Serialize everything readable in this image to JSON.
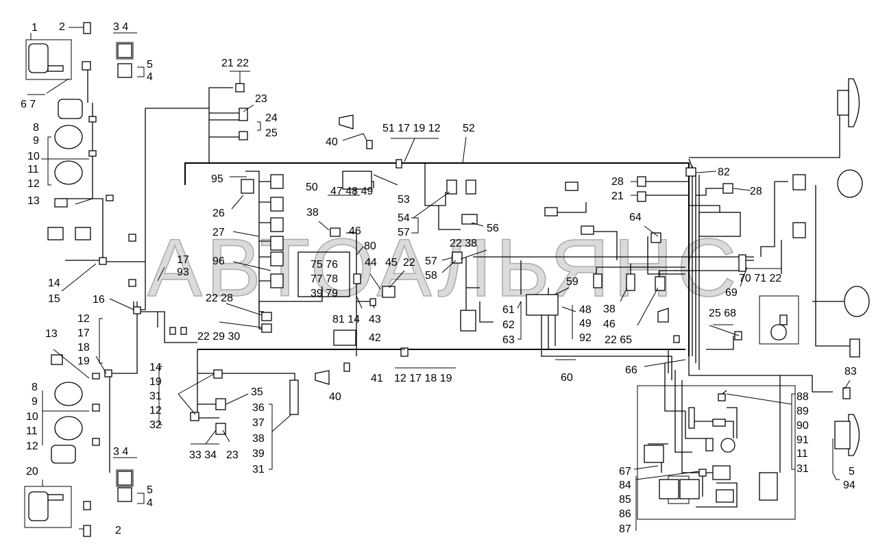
{
  "watermark": "АВТОАЛЬЯНС",
  "callouts": [
    {
      "id": "c1",
      "text": "1"
    },
    {
      "id": "c2a",
      "text": "2"
    },
    {
      "id": "c34a",
      "text": "3  4"
    },
    {
      "id": "c5a",
      "text": "5"
    },
    {
      "id": "c4a",
      "text": "4"
    },
    {
      "id": "c67a",
      "text": "6  7"
    },
    {
      "id": "c8a",
      "text": "8"
    },
    {
      "id": "c9a",
      "text": "9"
    },
    {
      "id": "c10a",
      "text": "10"
    },
    {
      "id": "c11a",
      "text": "11"
    },
    {
      "id": "c12a",
      "text": "12"
    },
    {
      "id": "c13a",
      "text": "13"
    },
    {
      "id": "c14a",
      "text": "14"
    },
    {
      "id": "c15a",
      "text": "15"
    },
    {
      "id": "c16",
      "text": "16"
    },
    {
      "id": "c2122a",
      "text": "21 22"
    },
    {
      "id": "c23a",
      "text": "23"
    },
    {
      "id": "c24",
      "text": "24"
    },
    {
      "id": "c25a",
      "text": "25"
    },
    {
      "id": "c95",
      "text": "95"
    },
    {
      "id": "c26",
      "text": "26"
    },
    {
      "id": "c27",
      "text": "27"
    },
    {
      "id": "c96",
      "text": "96"
    },
    {
      "id": "c17a",
      "text": "17"
    },
    {
      "id": "c93",
      "text": "93"
    },
    {
      "id": "c2228",
      "text": "22 28"
    },
    {
      "id": "c222930",
      "text": "22 29 30"
    },
    {
      "id": "c40a",
      "text": "40"
    },
    {
      "id": "c51",
      "text": "51 17 19 12"
    },
    {
      "id": "c52",
      "text": "52"
    },
    {
      "id": "c50",
      "text": "50"
    },
    {
      "id": "c53",
      "text": "53"
    },
    {
      "id": "c474849",
      "text": "47 48 49"
    },
    {
      "id": "c38a",
      "text": "38"
    },
    {
      "id": "c46a",
      "text": "46"
    },
    {
      "id": "c80",
      "text": "80"
    },
    {
      "id": "c7576",
      "text": "75 76"
    },
    {
      "id": "c7778",
      "text": "77 78"
    },
    {
      "id": "c3979",
      "text": "39 79"
    },
    {
      "id": "c44",
      "text": "44"
    },
    {
      "id": "c45",
      "text": "45"
    },
    {
      "id": "c22a",
      "text": "22"
    },
    {
      "id": "c8114",
      "text": "81 14"
    },
    {
      "id": "c43",
      "text": "43"
    },
    {
      "id": "c42",
      "text": "42"
    },
    {
      "id": "c41",
      "text": "41"
    },
    {
      "id": "c1217",
      "text": "12 17 18 19"
    },
    {
      "id": "c40b",
      "text": "40"
    },
    {
      "id": "c54",
      "text": "54"
    },
    {
      "id": "c57a",
      "text": "57"
    },
    {
      "id": "c56",
      "text": "56"
    },
    {
      "id": "c2238",
      "text": "22 38"
    },
    {
      "id": "c57b",
      "text": "57"
    },
    {
      "id": "c58",
      "text": "58"
    },
    {
      "id": "c59",
      "text": "59"
    },
    {
      "id": "c61",
      "text": "61"
    },
    {
      "id": "c62",
      "text": "62"
    },
    {
      "id": "c63",
      "text": "63"
    },
    {
      "id": "c48",
      "text": "48"
    },
    {
      "id": "c49",
      "text": "49"
    },
    {
      "id": "c92",
      "text": "92"
    },
    {
      "id": "c60",
      "text": "60"
    },
    {
      "id": "c28a",
      "text": "28"
    },
    {
      "id": "c21a",
      "text": "21"
    },
    {
      "id": "c82",
      "text": "82"
    },
    {
      "id": "c28b",
      "text": "28"
    },
    {
      "id": "c64",
      "text": "64"
    },
    {
      "id": "c38b",
      "text": "38"
    },
    {
      "id": "c46b",
      "text": "46"
    },
    {
      "id": "c2265",
      "text": "22 65"
    },
    {
      "id": "c69",
      "text": "69"
    },
    {
      "id": "c707122",
      "text": "70 71 22"
    },
    {
      "id": "c2568",
      "text": "25 68"
    },
    {
      "id": "c66",
      "text": "66"
    },
    {
      "id": "c83",
      "text": "83"
    },
    {
      "id": "c88",
      "text": "88"
    },
    {
      "id": "c89",
      "text": "89"
    },
    {
      "id": "c90",
      "text": "90"
    },
    {
      "id": "c91",
      "text": "91"
    },
    {
      "id": "c11b",
      "text": "11"
    },
    {
      "id": "c31b",
      "text": "31"
    },
    {
      "id": "c5b",
      "text": "5"
    },
    {
      "id": "c94",
      "text": "94"
    },
    {
      "id": "c67",
      "text": "67"
    },
    {
      "id": "c84",
      "text": "84"
    },
    {
      "id": "c85",
      "text": "85"
    },
    {
      "id": "c86",
      "text": "86"
    },
    {
      "id": "c87",
      "text": "87"
    },
    {
      "id": "c12b",
      "text": "12"
    },
    {
      "id": "c17b",
      "text": "17"
    },
    {
      "id": "c18b",
      "text": "18"
    },
    {
      "id": "c19b",
      "text": "19"
    },
    {
      "id": "c13b",
      "text": "13"
    },
    {
      "id": "c8b",
      "text": "8"
    },
    {
      "id": "c9b",
      "text": "9"
    },
    {
      "id": "c10b",
      "text": "10"
    },
    {
      "id": "c11c",
      "text": "11"
    },
    {
      "id": "c12c",
      "text": "12"
    },
    {
      "id": "c34b",
      "text": "3  4"
    },
    {
      "id": "c20",
      "text": "20"
    },
    {
      "id": "c5c",
      "text": "5"
    },
    {
      "id": "c4b",
      "text": "4"
    },
    {
      "id": "c2b",
      "text": "2"
    },
    {
      "id": "c14b",
      "text": "14"
    },
    {
      "id": "c19c",
      "text": "19"
    },
    {
      "id": "c31a",
      "text": "31"
    },
    {
      "id": "c12d",
      "text": "12"
    },
    {
      "id": "c32",
      "text": "32"
    },
    {
      "id": "c35",
      "text": "35"
    },
    {
      "id": "c36",
      "text": "36"
    },
    {
      "id": "c37",
      "text": "37"
    },
    {
      "id": "c38c",
      "text": "38"
    },
    {
      "id": "c39",
      "text": "39"
    },
    {
      "id": "c31c",
      "text": "31"
    },
    {
      "id": "c3334",
      "text": "33 34"
    },
    {
      "id": "c23b",
      "text": "23"
    }
  ]
}
